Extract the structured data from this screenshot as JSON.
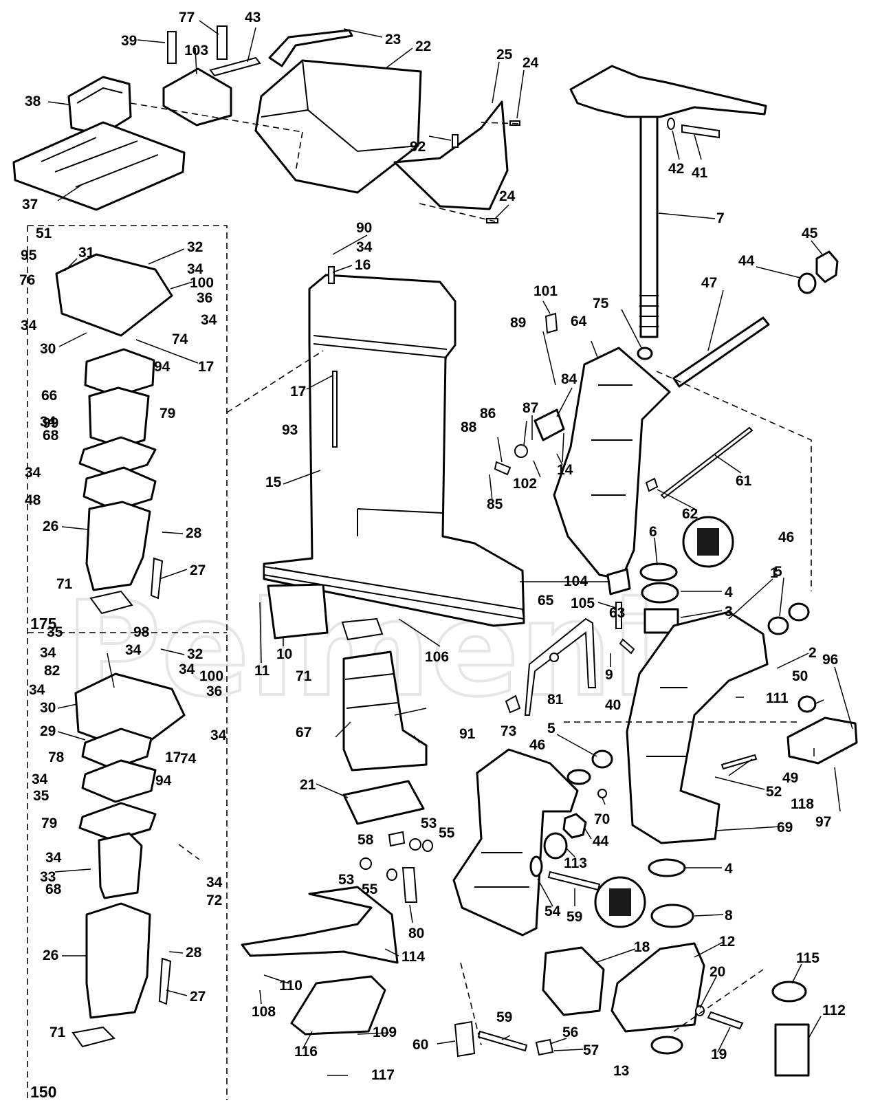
{
  "sections": {
    "upper": "175",
    "lower": "150"
  },
  "watermark": {
    "text": "Pelmeni"
  },
  "colors": {
    "ink": "#000000",
    "paper": "#ffffff",
    "watermark": "#e6e6e6"
  },
  "callouts": {
    "c1": "1",
    "c2": "2",
    "c3": "3",
    "c4a": "4",
    "c4b": "4",
    "c5a": "5",
    "c5b": "5",
    "c6": "6",
    "c7": "7",
    "c8": "8",
    "c9": "9",
    "c10": "10",
    "c11": "11",
    "c12": "12",
    "c13": "13",
    "c14": "14",
    "c15": "15",
    "c16": "16",
    "c17a": "17",
    "c17b": "17",
    "c17c": "17",
    "c18": "18",
    "c19": "19",
    "c20": "20",
    "c21": "21",
    "c22": "22",
    "c23": "23",
    "c24a": "24",
    "c24b": "24",
    "c25": "25",
    "c26a": "26",
    "c26b": "26",
    "c27a": "27",
    "c27b": "27",
    "c28a": "28",
    "c28b": "28",
    "c29": "29",
    "c30a": "30",
    "c30b": "30",
    "c31": "31",
    "c32a": "32",
    "c32b": "32",
    "c33": "33",
    "c34a": "34",
    "c34b": "34",
    "c34c": "34",
    "c34d": "34",
    "c34e": "34",
    "c34f": "34",
    "c34g": "34",
    "c34h": "34",
    "c34i": "34",
    "c34j": "34",
    "c34k": "34",
    "c34l": "34",
    "c34m": "34",
    "c34n": "34",
    "c34o": "34",
    "c35a": "35",
    "c35b": "35",
    "c36a": "36",
    "c36b": "36",
    "c37": "37",
    "c38": "38",
    "c39": "39",
    "c40": "40",
    "c41": "41",
    "c42": "42",
    "c43": "43",
    "c44a": "44",
    "c44b": "44",
    "c45": "45",
    "c46a": "46",
    "c46b": "46",
    "c47": "47",
    "c48": "48",
    "c49": "49",
    "c50": "50",
    "c51": "51",
    "c52": "52",
    "c53a": "53",
    "c53b": "53",
    "c54": "54",
    "c55a": "55",
    "c55b": "55",
    "c56": "56",
    "c57": "57",
    "c58": "58",
    "c59a": "59",
    "c59b": "59",
    "c60": "60",
    "c61": "61",
    "c62": "62",
    "c63": "63",
    "c64": "64",
    "c65": "65",
    "c66": "66",
    "c67": "67",
    "c68a": "68",
    "c68b": "68",
    "c69": "69",
    "c70": "70",
    "c71a": "71",
    "c71b": "71",
    "c71c": "71",
    "c72": "72",
    "c73": "73",
    "c74a": "74",
    "c74b": "74",
    "c75": "75",
    "c76": "76",
    "c77": "77",
    "c78": "78",
    "c79a": "79",
    "c79b": "79",
    "c80": "80",
    "c81": "81",
    "c82": "82",
    "c84": "84",
    "c85": "85",
    "c86": "86",
    "c87": "87",
    "c88": "88",
    "c89": "89",
    "c90": "90",
    "c91": "91",
    "c92": "92",
    "c93": "93",
    "c94a": "94",
    "c94b": "94",
    "c95": "95",
    "c96": "96",
    "c97": "97",
    "c98": "98",
    "c99": "99",
    "c100a": "100",
    "c100b": "100",
    "c101": "101",
    "c102": "102",
    "c103": "103",
    "c104": "104",
    "c105": "105",
    "c106": "106",
    "c108": "108",
    "c109": "109",
    "c110": "110",
    "c111": "111",
    "c112": "112",
    "c113": "113",
    "c114": "114",
    "c115": "115",
    "c116": "116",
    "c117": "117",
    "c118": "118"
  }
}
